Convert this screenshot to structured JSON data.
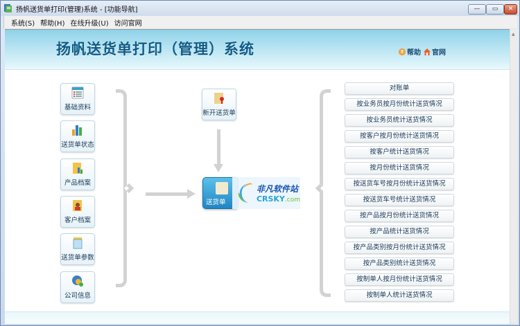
{
  "window": {
    "title": "扬帆送货单打印(管理)系统 - [功能导航]",
    "controls": {
      "minimize": "—",
      "maximize": "▭",
      "close": "✕"
    }
  },
  "menubar": {
    "items": [
      {
        "label": "系统(S)"
      },
      {
        "label": "帮助(H)"
      },
      {
        "label": "在线升级(U)"
      },
      {
        "label": "访问官网"
      }
    ]
  },
  "header": {
    "banner_title": "扬帆送货单打印（管理）系统",
    "links": [
      {
        "label": "帮助",
        "icon": "help-icon"
      },
      {
        "label": "官网",
        "icon": "home-icon"
      }
    ]
  },
  "left_tiles": [
    {
      "label": "基础资料",
      "icon": "list-icon"
    },
    {
      "label": "送货单状态",
      "icon": "bar-chart-icon"
    },
    {
      "label": "产品档案",
      "icon": "product-folder-icon"
    },
    {
      "label": "客户档案",
      "icon": "customer-folder-icon"
    },
    {
      "label": "送货单参数",
      "icon": "notepad-icon"
    },
    {
      "label": "公司信息",
      "icon": "company-globe-icon"
    }
  ],
  "center": {
    "new_order": {
      "label": "新开送货单",
      "icon": "certificate-icon"
    },
    "main_tile": {
      "label": "送货单",
      "icon": "document-icon"
    }
  },
  "watermark": {
    "cn": "非凡软件站",
    "en": "CRSKY",
    "en_suffix": ".com"
  },
  "reports": [
    {
      "label": "对账单"
    },
    {
      "label": "按业务员按月份统计送货情况"
    },
    {
      "label": "按业务员统计送货情况"
    },
    {
      "label": "按客户按月份统计送货情况"
    },
    {
      "label": "按客户统计送货情况"
    },
    {
      "label": "按月份统计送货情况"
    },
    {
      "label": "按送货车号按月份统计送货情况"
    },
    {
      "label": "按送货车号统计送货情况"
    },
    {
      "label": "按产品按月份统计送货情况"
    },
    {
      "label": "按产品统计送货情况"
    },
    {
      "label": "按产品类别按月份统计送货情况"
    },
    {
      "label": "按产品类别统计送货情况"
    },
    {
      "label": "按制单人按月份统计送货情况"
    },
    {
      "label": "按制单人统计送货情况"
    }
  ],
  "colors": {
    "header_gradient_top": "#8fd2e8",
    "banner_text": "#0e5c86",
    "main_tile": "#1f86c4",
    "connector_gray": "#d2d2d2",
    "close_button": "#c74a2a"
  }
}
